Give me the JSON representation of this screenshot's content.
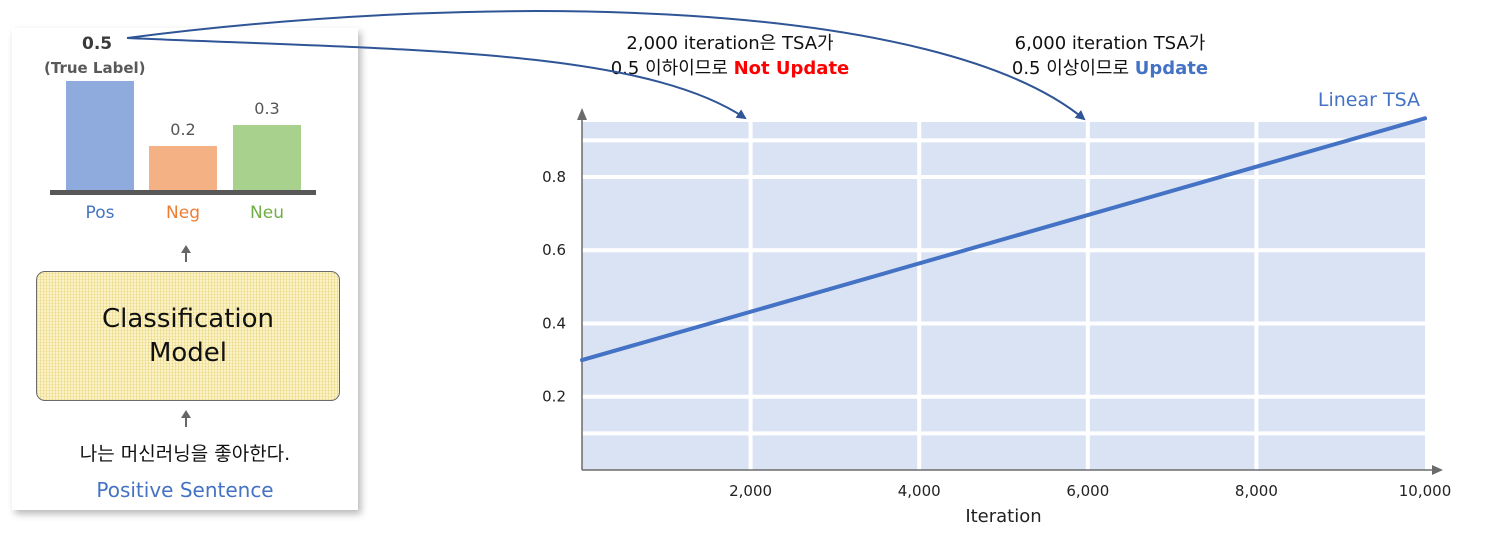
{
  "left_panel": {
    "true_value": "0.5",
    "true_label": "(True Label)",
    "bars": [
      {
        "name": "Pos",
        "value": 0.5,
        "value_label": "",
        "color": "#8faadc",
        "label_color": "#4472c4"
      },
      {
        "name": "Neg",
        "value": 0.2,
        "value_label": "0.2",
        "color": "#f4b183",
        "label_color": "#ed7d31"
      },
      {
        "name": "Neu",
        "value": 0.3,
        "value_label": "0.3",
        "color": "#a9d18e",
        "label_color": "#70ad47"
      }
    ],
    "model_label": "Classification\nModel",
    "sentence": "나는 머신러닝을 좋아한다.",
    "sentence_type": "Positive Sentence"
  },
  "annotations": {
    "left": {
      "line1": "2,000 iteration은 TSA가",
      "line2_prefix": "0.5 이하이므로 ",
      "line2_highlight": "Not Update",
      "highlight_color": "#ff0000"
    },
    "right": {
      "line1": "6,000 iteration TSA가",
      "line2_prefix": "0.5 이상이므로 ",
      "line2_highlight": "Update",
      "highlight_color": "#4472c4"
    }
  },
  "chart_data": {
    "type": "line",
    "xlabel": "Iteration",
    "ylabel": "",
    "xlim": [
      0,
      10000
    ],
    "ylim": [
      0,
      0.95
    ],
    "xticks": [
      2000,
      4000,
      6000,
      8000,
      10000
    ],
    "xtick_labels": [
      "2,000",
      "4,000",
      "6,000",
      "8,000",
      "10,000"
    ],
    "yticks": [
      0.2,
      0.4,
      0.6,
      0.8
    ],
    "ytick_labels": [
      "0.2",
      "0.4",
      "0.6",
      "0.8"
    ],
    "grid": true,
    "background_color": "#dae3f3",
    "series": [
      {
        "name": "Linear TSA",
        "x": [
          0,
          10000
        ],
        "y": [
          0.3,
          0.96
        ],
        "color": "#4472c4"
      }
    ]
  }
}
